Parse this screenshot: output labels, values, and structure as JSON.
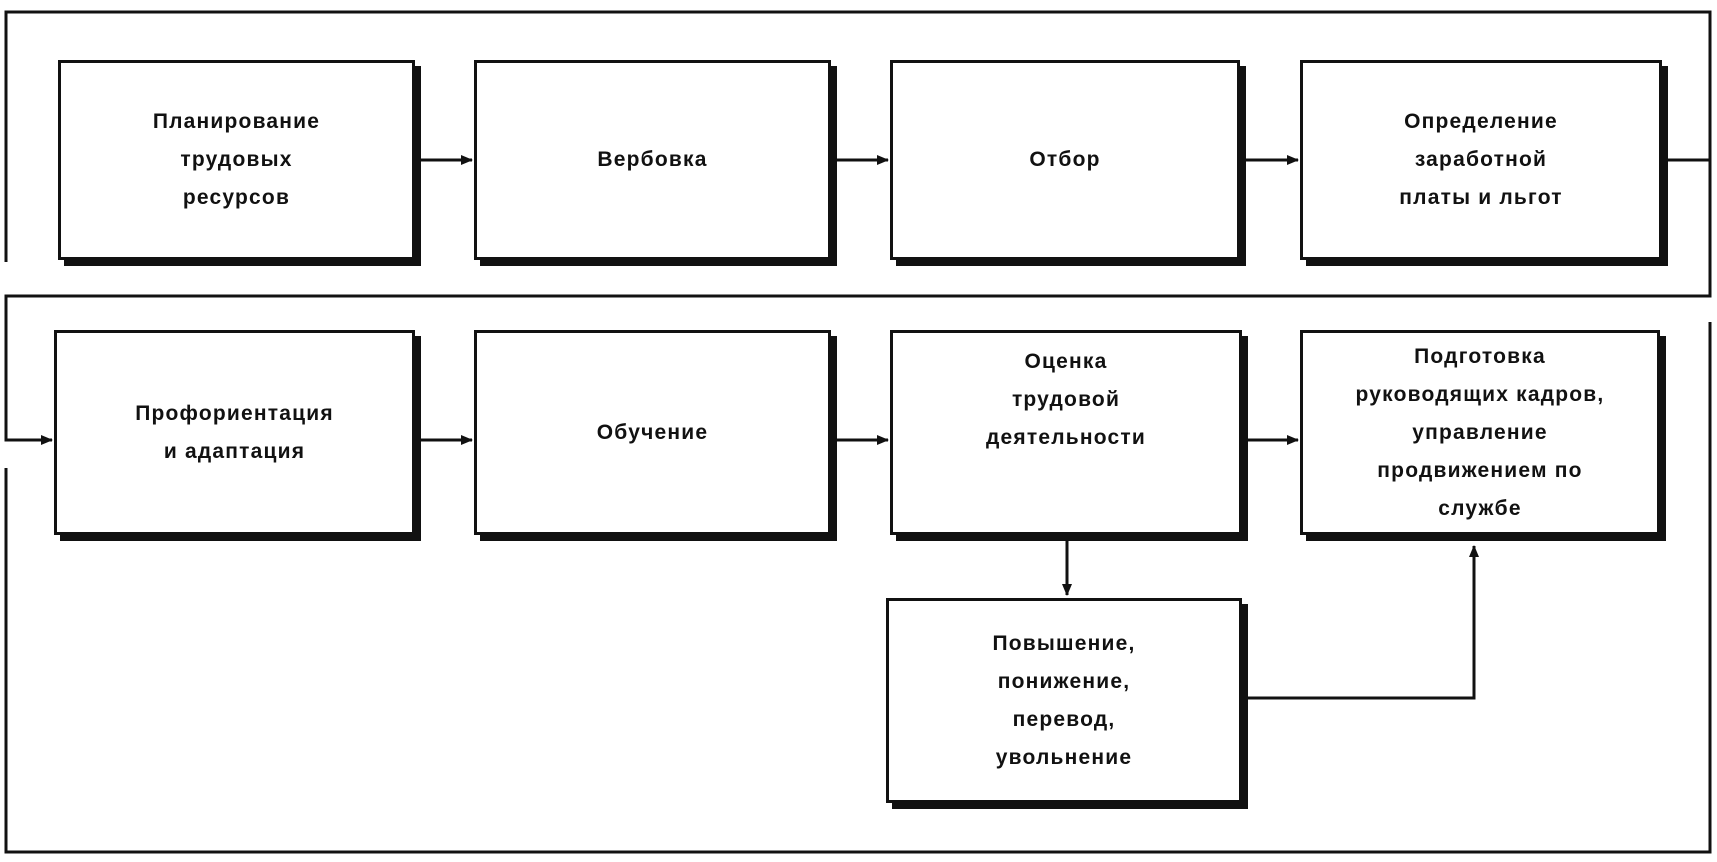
{
  "diagram": {
    "type": "flowchart",
    "title": "",
    "colors": {
      "stroke": "#111111",
      "background": "#ffffff"
    },
    "nodes": [
      {
        "id": "planning",
        "label": "Планирование\nтрудовых\nресурсов"
      },
      {
        "id": "recruiting",
        "label": "Вербовка"
      },
      {
        "id": "selection",
        "label": "Отбор"
      },
      {
        "id": "compensation",
        "label": "Определение\nзаработной\nплаты и льгот"
      },
      {
        "id": "orientation",
        "label": "Профориентация\nи адаптация"
      },
      {
        "id": "training",
        "label": "Обучение"
      },
      {
        "id": "appraisal",
        "label": "Оценка\nтрудовой\nдеятельности"
      },
      {
        "id": "management_dev",
        "label": "Подготовка\nруководящих кадров,\nуправление\nпродвижением по\nслужбе"
      },
      {
        "id": "movement",
        "label": "Повышение,\nпонижение,\nперевод,\nувольнение"
      }
    ],
    "edges": [
      {
        "from": "planning",
        "to": "recruiting"
      },
      {
        "from": "recruiting",
        "to": "selection"
      },
      {
        "from": "selection",
        "to": "compensation"
      },
      {
        "from": "compensation",
        "to": "orientation"
      },
      {
        "from": "orientation",
        "to": "training"
      },
      {
        "from": "training",
        "to": "appraisal"
      },
      {
        "from": "appraisal",
        "to": "management_dev"
      },
      {
        "from": "appraisal",
        "to": "movement"
      },
      {
        "from": "movement",
        "to": "management_dev"
      }
    ]
  }
}
